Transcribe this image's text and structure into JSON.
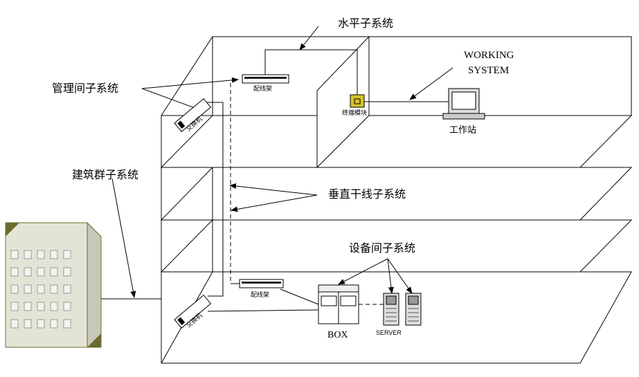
{
  "labels": {
    "horizontal_subsystem": "水平子系统",
    "working_system_line1": "WORKING",
    "working_system_line2": "SYSTEM",
    "admin_subsystem": "管理间子系统",
    "patch_panel_top": "配线架",
    "switch_top": "交换机",
    "terminal_module": "终端模块",
    "workstation": "工作站",
    "campus_subsystem": "建筑群子系统",
    "backbone_subsystem": "垂直干线子系统",
    "equipment_room_subsystem": "设备间子系统",
    "patch_panel_bottom": "配线架",
    "switch_bottom": "交换机",
    "box": "BOX",
    "server": "SERVER"
  },
  "colors": {
    "line": "#000000",
    "building_face": "#e4e4d6",
    "building_side": "#c8c8b8",
    "building_corner": "#6b6b2e",
    "window": "#f4f4ee",
    "terminal_module": "#d4c22a"
  }
}
